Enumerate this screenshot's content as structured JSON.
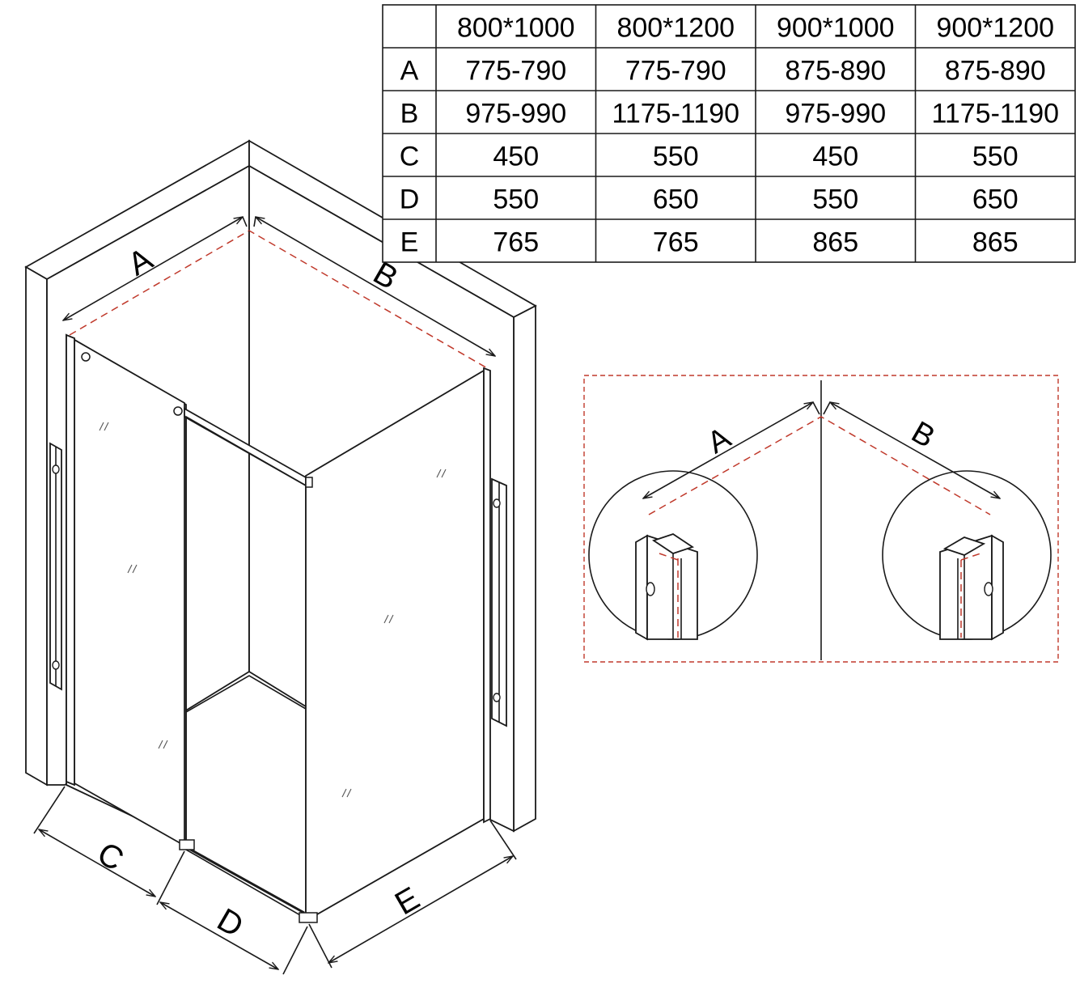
{
  "dimension_table": {
    "columns": [
      "800*1000",
      "800*1200",
      "900*1000",
      "900*1200"
    ],
    "rows": [
      {
        "label": "A",
        "values": [
          "775-790",
          "775-790",
          "875-890",
          "875-890"
        ]
      },
      {
        "label": "B",
        "values": [
          "975-990",
          "1175-1190",
          "975-990",
          "1175-1190"
        ]
      },
      {
        "label": "C",
        "values": [
          "450",
          "550",
          "450",
          "550"
        ]
      },
      {
        "label": "D",
        "values": [
          "550",
          "650",
          "550",
          "650"
        ]
      },
      {
        "label": "E",
        "values": [
          "765",
          "765",
          "865",
          "865"
        ]
      }
    ]
  },
  "main_labels": {
    "a": "A",
    "b": "B",
    "c": "C",
    "d": "D",
    "e": "E"
  },
  "detail_labels": {
    "a": "A",
    "b": "B"
  },
  "colors": {
    "line": "#1a1a1a",
    "measure_dash": "#c0392b"
  }
}
